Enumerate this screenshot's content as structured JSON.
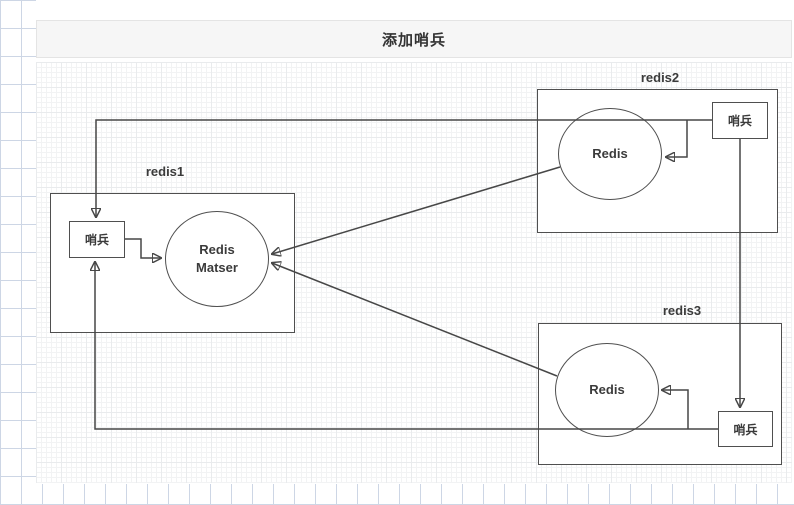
{
  "title_bar": {
    "title": "添加哨兵"
  },
  "groups": {
    "redis1": {
      "label": "redis1",
      "sentinel_label": "哨兵",
      "node_label": "Redis\nMatser"
    },
    "redis2": {
      "label": "redis2",
      "sentinel_label": "哨兵",
      "node_label": "Redis"
    },
    "redis3": {
      "label": "redis3",
      "sentinel_label": "哨兵",
      "node_label": "Redis"
    }
  },
  "edges": [
    {
      "from": "redis2.sentinel",
      "to": "redis1.sentinel",
      "style": "elbow-arrow"
    },
    {
      "from": "redis2.sentinel",
      "to": "redis2.redis",
      "style": "elbow-arrow"
    },
    {
      "from": "redis2.sentinel",
      "to": "redis3.sentinel",
      "style": "straight-arrow"
    },
    {
      "from": "redis3.sentinel",
      "to": "redis3.redis",
      "style": "elbow-arrow"
    },
    {
      "from": "redis3.sentinel",
      "to": "redis1.sentinel",
      "style": "elbow-arrow"
    },
    {
      "from": "redis1.sentinel",
      "to": "redis1.redis_master",
      "style": "elbow-arrow"
    },
    {
      "from": "redis2.redis",
      "to": "redis1.redis_master",
      "style": "diagonal-arrow"
    },
    {
      "from": "redis3.redis",
      "to": "redis1.redis_master",
      "style": "diagonal-arrow"
    }
  ],
  "colors": {
    "stroke": "#474747",
    "title_band_bg": "#f6f6f6",
    "fine_grid": "#e9ebed",
    "blue_grid": "#cdd6e5",
    "text": "#3b3b3b"
  }
}
